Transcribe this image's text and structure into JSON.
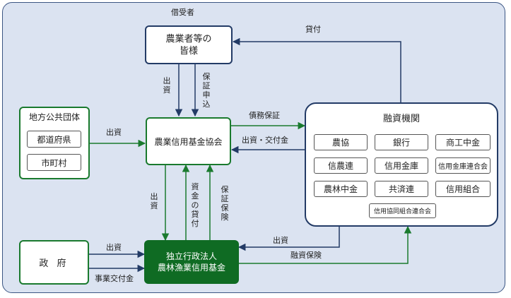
{
  "nodes": {
    "borrower_line1": "農業者等の",
    "borrower_line2": "皆様",
    "local_gov": "地方公共団体",
    "prefecture": "都道府県",
    "municipality": "市町村",
    "association": "農業信用基金協会",
    "institutions": "融資機関",
    "government": "政 府",
    "fund_line1": "独立行政法人",
    "fund_line2": "農林漁業信用基金"
  },
  "institutions": [
    "農協",
    "銀行",
    "商工中金",
    "信農連",
    "信用金庫",
    "信用金庫連合会",
    "農林中金",
    "共済連",
    "信用組合",
    "信用協同組合連合会"
  ],
  "labels": {
    "borrower": "借受者",
    "lending": "貸付",
    "investment": "出資",
    "guarantee_application": "保証申込",
    "debt_guarantee": "債務保証",
    "investment_grant": "出資・交付金",
    "fund_loan": "資金の貸付",
    "guarantee_insurance": "保証保険",
    "financing_insurance": "融資保険",
    "project_grant": "事業交付金"
  },
  "colors": {
    "background": "#dbe3f1",
    "navy": "#233b66",
    "green": "#1a7a2e",
    "fund_fill": "#0f6b23"
  }
}
